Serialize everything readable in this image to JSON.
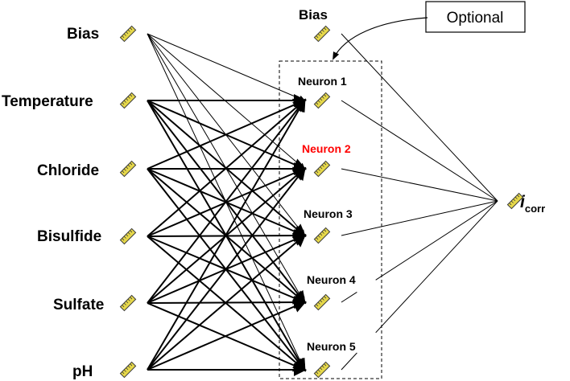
{
  "inputs": [
    {
      "label": "Bias"
    },
    {
      "label": "Temperature"
    },
    {
      "label": "Chloride"
    },
    {
      "label": "Bisulfide"
    },
    {
      "label": "Sulfate"
    },
    {
      "label": "pH"
    }
  ],
  "hidden_bias": {
    "label": "Bias"
  },
  "neurons": [
    {
      "label": "Neuron 1",
      "color": "#000000"
    },
    {
      "label": "Neuron 2",
      "color": "#ff0000"
    },
    {
      "label": "Neuron 3",
      "color": "#000000"
    },
    {
      "label": "Neuron 4",
      "color": "#000000"
    },
    {
      "label": "Neuron 5",
      "color": "#000000"
    }
  ],
  "optional_box": {
    "label": "Optional"
  },
  "output": {
    "main": "i",
    "subscript": "corr"
  },
  "node_icon": {
    "name": "ruler-icon",
    "fill": "#e6d84a",
    "stroke": "#3a3a3a"
  },
  "line_color": "#000000"
}
